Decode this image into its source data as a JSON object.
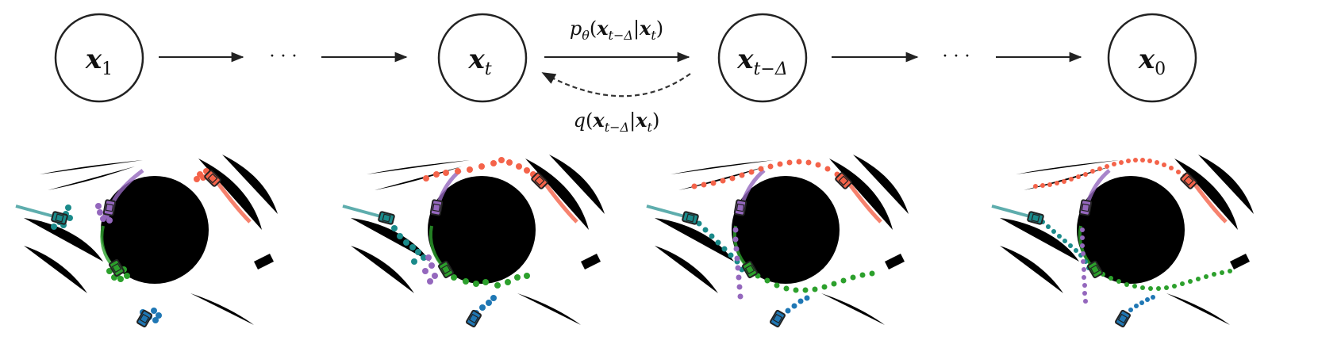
{
  "nodes": [
    {
      "id": "x1",
      "base": "x",
      "sub": "1"
    },
    {
      "id": "xt",
      "base": "x",
      "sub": "t"
    },
    {
      "id": "xtd",
      "base": "x",
      "sub": "t−Δ"
    },
    {
      "id": "x0",
      "base": "x",
      "sub": "0"
    }
  ],
  "ellipsis": "· · ·",
  "forward_label": {
    "fn": "p",
    "fn_sub": "θ",
    "open": "(",
    "arg1": "x",
    "arg1_sub": "t−Δ",
    "bar": "|",
    "arg2": "x",
    "arg2_sub": "t",
    "close": ")"
  },
  "backward_label": {
    "fn": "q",
    "open": "(",
    "arg1": "x",
    "arg1_sub": "t−Δ",
    "bar": "|",
    "arg2": "x",
    "arg2_sub": "t",
    "close": ")"
  },
  "colors": {
    "ink": "#222222",
    "road": "#cfcfcf",
    "teal": "#1a8a8a",
    "purple": "#9467bd",
    "green": "#2ca02c",
    "red": "#f4634a",
    "blue": "#1f77b4"
  },
  "panels": [
    {
      "name": "step-x1-noisy",
      "agents": [
        "teal-car",
        "purple-car",
        "green-car",
        "red-car",
        "blue-car"
      ]
    },
    {
      "name": "step-xt",
      "agents": [
        "teal-car",
        "purple-car",
        "green-car",
        "red-car",
        "blue-car"
      ]
    },
    {
      "name": "step-xt-delta",
      "agents": [
        "teal-car",
        "purple-car",
        "green-car",
        "red-car",
        "blue-car"
      ]
    },
    {
      "name": "step-x0-clean",
      "agents": [
        "teal-car",
        "purple-car",
        "green-car",
        "red-car",
        "blue-car"
      ]
    }
  ]
}
